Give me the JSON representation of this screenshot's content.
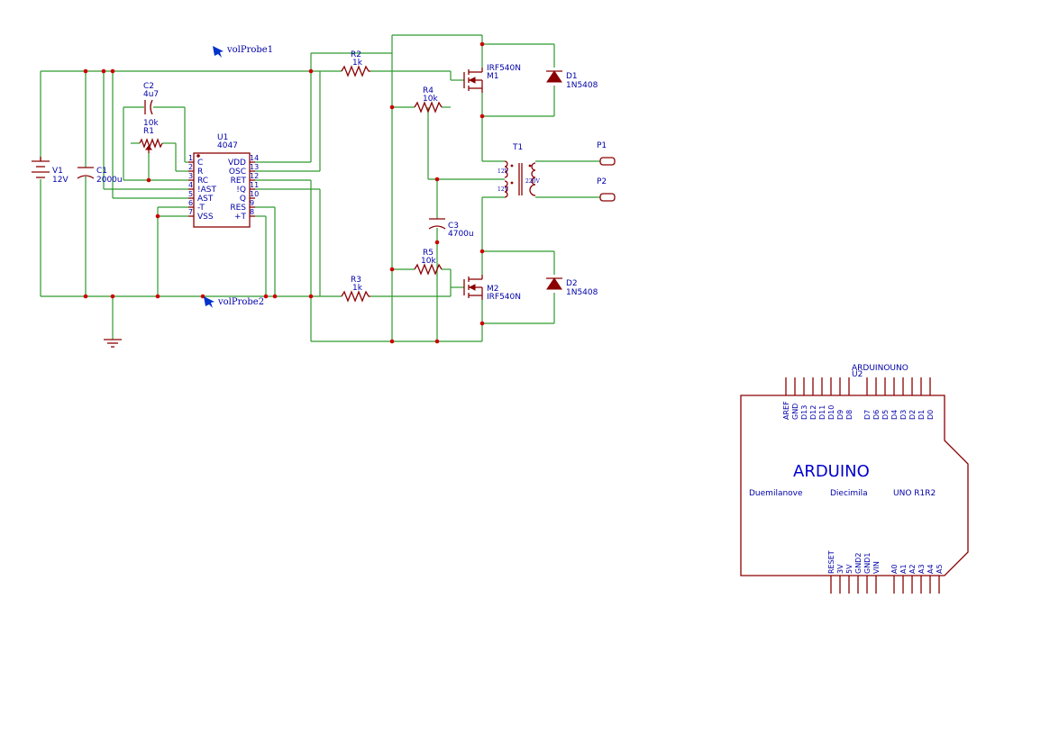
{
  "probes": {
    "p1": "volProbe1",
    "p2": "volProbe2"
  },
  "v1": {
    "ref": "V1",
    "value": "12V"
  },
  "c1": {
    "ref": "C1",
    "value": "2000u"
  },
  "c2": {
    "ref": "C2",
    "value": "4u7"
  },
  "r1": {
    "ref": "R1",
    "value": "10k"
  },
  "u1": {
    "ref": "U1",
    "part": "4047",
    "left_pins": [
      {
        "num": "1",
        "label": "C"
      },
      {
        "num": "2",
        "label": "R"
      },
      {
        "num": "3",
        "label": "RC"
      },
      {
        "num": "4",
        "label": "!AST"
      },
      {
        "num": "5",
        "label": "AST"
      },
      {
        "num": "6",
        "label": "-T"
      },
      {
        "num": "7",
        "label": "VSS"
      }
    ],
    "right_pins": [
      {
        "num": "14",
        "label": "VDD"
      },
      {
        "num": "13",
        "label": "OSC"
      },
      {
        "num": "12",
        "label": "RET"
      },
      {
        "num": "11",
        "label": "!Q"
      },
      {
        "num": "10",
        "label": "Q"
      },
      {
        "num": "9",
        "label": "RES"
      },
      {
        "num": "8",
        "label": "+T"
      }
    ]
  },
  "r2": {
    "ref": "R2",
    "value": "1k"
  },
  "r3": {
    "ref": "R3",
    "value": "1k"
  },
  "r4": {
    "ref": "R4",
    "value": "10k"
  },
  "r5": {
    "ref": "R5",
    "value": "10k"
  },
  "c3": {
    "ref": "C3",
    "value": "4700u"
  },
  "m1": {
    "part": "IRF540N",
    "ref": "M1"
  },
  "m2": {
    "ref": "M2",
    "part": "IRF540N"
  },
  "d1": {
    "ref": "D1",
    "part": "1N5408"
  },
  "d2": {
    "ref": "D2",
    "part": "1N5408"
  },
  "t1": {
    "ref": "T1",
    "primary1": "12V",
    "primary2": "12V",
    "secondary": "220V"
  },
  "ports": {
    "p1": "P1",
    "p2": "P2"
  },
  "arduino": {
    "name": "ARDUINOUNO",
    "ref": "U2",
    "title": "ARDUINO",
    "subtitles": [
      "Duemilanove",
      "Diecimila",
      "UNO R1R2"
    ],
    "top_pins": [
      "AREF",
      "GND",
      "D13",
      "D12",
      "D11",
      "D10",
      "D9",
      "D8",
      "D7",
      "D6",
      "D5",
      "D4",
      "D3",
      "D2",
      "D1",
      "D0"
    ],
    "bottom_pins": [
      "RESET",
      "3V",
      "5V",
      "GND2",
      "GND1",
      "VIN",
      "A0",
      "A1",
      "A2",
      "A3",
      "A4",
      "A5"
    ]
  }
}
